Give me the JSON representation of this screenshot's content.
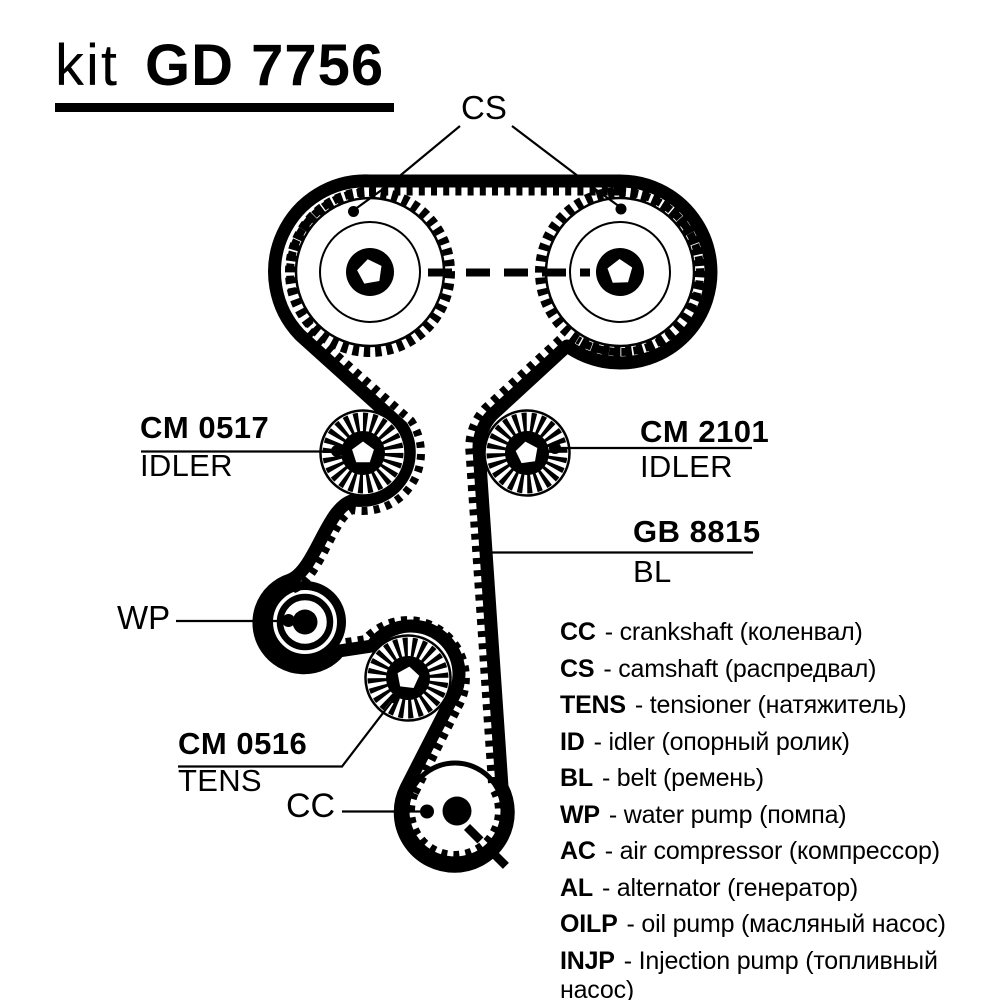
{
  "title": {
    "kit": "kit",
    "code": "GD 7756"
  },
  "labels": {
    "cs": "CS",
    "wp": "WP",
    "cc": "CC",
    "idler_left": {
      "part": "CM 0517",
      "role": "IDLER"
    },
    "idler_right": {
      "part": "CM 2101",
      "role": "IDLER"
    },
    "belt": {
      "part": "GB 8815",
      "role": "BL"
    },
    "tensioner": {
      "part": "CM 0516",
      "role": "TENS"
    }
  },
  "legend": {
    "items": [
      {
        "term": "CC",
        "desc": "- crankshaft (коленвал)"
      },
      {
        "term": "CS",
        "desc": "- camshaft (распредвал)"
      },
      {
        "term": "TENS",
        "desc": "- tensioner (натяжитель)"
      },
      {
        "term": "ID",
        "desc": "- idler (опорный ролик)"
      },
      {
        "term": "BL",
        "desc": "- belt (ремень)"
      },
      {
        "term": "WP",
        "desc": "- water pump (помпа)"
      },
      {
        "term": "AC",
        "desc": "- air compressor (компрессор)"
      },
      {
        "term": "AL",
        "desc": "- alternator (генератор)"
      },
      {
        "term": "OILP",
        "desc": "- oil pump (масляный насос)"
      },
      {
        "term": "INJP",
        "desc": "- Injection pump (топливный насос)"
      }
    ]
  },
  "colors": {
    "ink": "#000000",
    "background": "#ffffff"
  }
}
